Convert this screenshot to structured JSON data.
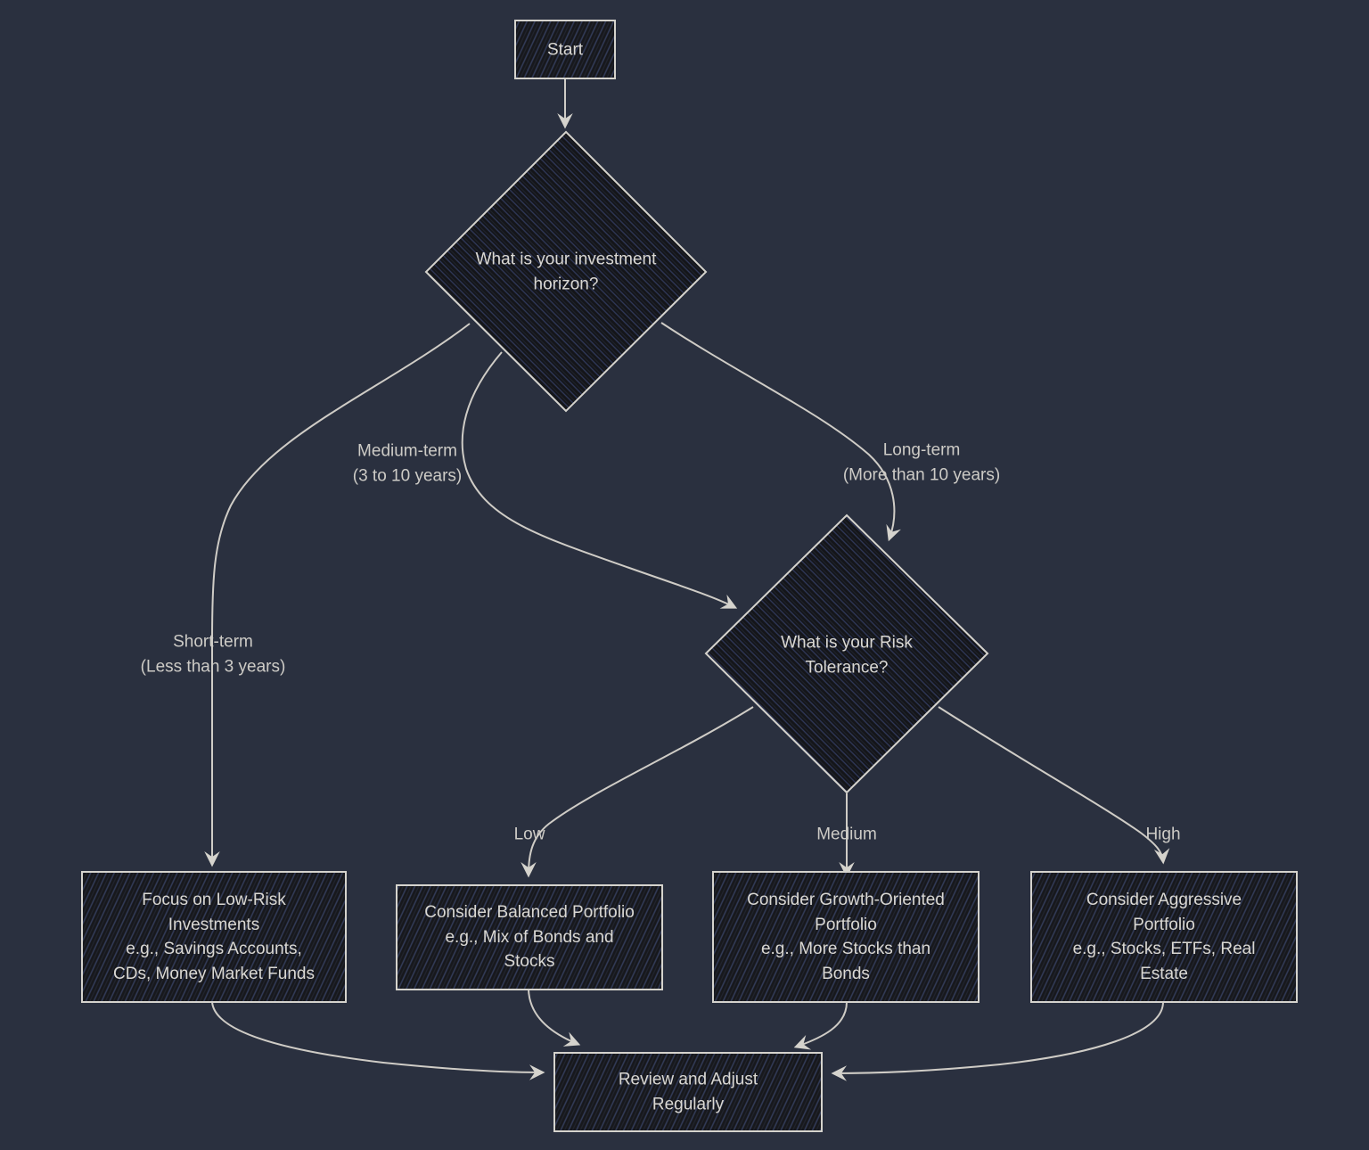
{
  "diagram": {
    "type": "flowchart",
    "style": "hand-drawn dark theme",
    "colors": {
      "background": "#2a303f",
      "node_fill": "#17181c",
      "hatch_line": "#3a4666",
      "shape_stroke": "#d5d3cd",
      "edge_stroke": "#cfccc6",
      "node_text": "#dad8d3",
      "edge_label_text": "#cdcbc6"
    },
    "nodes": {
      "start": {
        "type": "rect",
        "label": "Start"
      },
      "horizon": {
        "type": "diamond",
        "label": "What is your investment\nhorizon?"
      },
      "risk": {
        "type": "diamond",
        "label": "What is your Risk\nTolerance?"
      },
      "low_risk": {
        "type": "rect",
        "label": "Focus on Low-Risk\nInvestments\ne.g., Savings Accounts,\nCDs, Money Market Funds"
      },
      "balanced": {
        "type": "rect",
        "label": "Consider Balanced Portfolio\ne.g., Mix of Bonds and\nStocks"
      },
      "growth": {
        "type": "rect",
        "label": "Consider Growth-Oriented\nPortfolio\ne.g., More Stocks than\nBonds"
      },
      "aggressive": {
        "type": "rect",
        "label": "Consider Aggressive\nPortfolio\ne.g., Stocks, ETFs, Real\nEstate"
      },
      "review": {
        "type": "rect",
        "label": "Review and Adjust\nRegularly"
      }
    },
    "edges": [
      {
        "from": "start",
        "to": "horizon",
        "label": ""
      },
      {
        "from": "horizon",
        "to": "low_risk",
        "label": "Short-term\n(Less than 3 years)"
      },
      {
        "from": "horizon",
        "to": "risk",
        "label": "Medium-term\n(3 to 10 years)"
      },
      {
        "from": "horizon",
        "to": "risk",
        "label": "Long-term\n(More than 10 years)"
      },
      {
        "from": "risk",
        "to": "balanced",
        "label": "Low"
      },
      {
        "from": "risk",
        "to": "growth",
        "label": "Medium"
      },
      {
        "from": "risk",
        "to": "aggressive",
        "label": "High"
      },
      {
        "from": "low_risk",
        "to": "review",
        "label": ""
      },
      {
        "from": "balanced",
        "to": "review",
        "label": ""
      },
      {
        "from": "growth",
        "to": "review",
        "label": ""
      },
      {
        "from": "aggressive",
        "to": "review",
        "label": ""
      }
    ]
  }
}
